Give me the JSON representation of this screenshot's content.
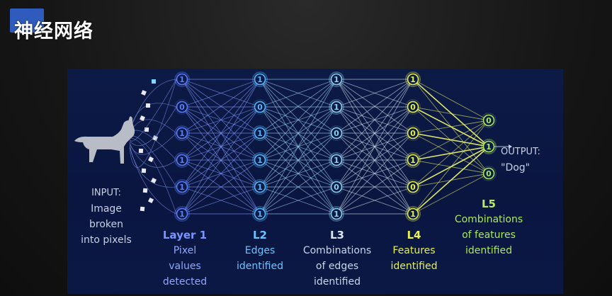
{
  "title": "神经网络",
  "diagram": {
    "input": {
      "line1": "INPUT:",
      "line2": "Image",
      "line3": "broken",
      "line4": "into pixels"
    },
    "output": {
      "line1": "OUTPUT:",
      "line2": "\"Dog\""
    },
    "layers": [
      {
        "id": "l1",
        "heading": "Layer 1",
        "desc1": "Pixel",
        "desc2": "values",
        "desc3": "detected",
        "nodes": [
          "1",
          "0",
          "1",
          "1",
          "1",
          "1"
        ],
        "color": "#5b7bff"
      },
      {
        "id": "l2",
        "heading": "L2",
        "desc1": "Edges",
        "desc2": "identified",
        "desc3": "",
        "nodes": [
          "1",
          "0",
          "1",
          "1",
          "1",
          "1"
        ],
        "color": "#54b6ff"
      },
      {
        "id": "l3",
        "heading": "L3",
        "desc1": "Combinations",
        "desc2": "of edges",
        "desc3": "identified",
        "nodes": [
          "1",
          "1",
          "0",
          "1",
          "0",
          "1"
        ],
        "color": "#8fd0f0"
      },
      {
        "id": "l4",
        "heading": "L4",
        "desc1": "Features",
        "desc2": "identified",
        "desc3": "",
        "nodes": [
          "1",
          "0",
          "0",
          "1",
          "0",
          "1"
        ],
        "color": "#e6f04a"
      },
      {
        "id": "l5",
        "heading": "L5",
        "desc1": "Combinations",
        "desc2": "of features",
        "desc3": "identified",
        "nodes": [
          "0",
          "1",
          "0"
        ],
        "color": "#a8e85a"
      }
    ]
  },
  "colors": {
    "panel": "#0c1a46",
    "layer1": "#5b7bff",
    "layer2": "#54b6ff",
    "layer3": "#c9d8ee",
    "layer4": "#e6f04a",
    "layer5": "#a8e85a",
    "text": "#c7d0e6"
  }
}
